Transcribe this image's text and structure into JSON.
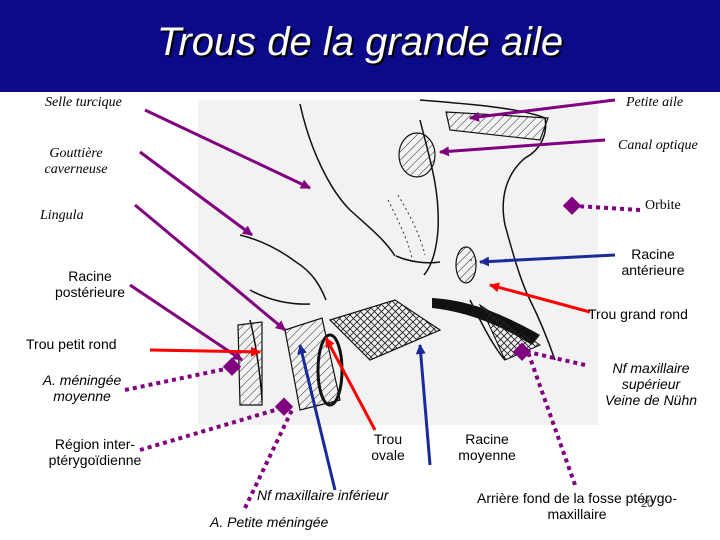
{
  "title": "Trous de la grande aile",
  "labels": {
    "selle_turcique": "Selle turcique",
    "petite_aile": "Petite aile",
    "gouttiere_1": "Gouttière",
    "gouttiere_2": "caverneuse",
    "canal_optique": "Canal optique",
    "lingula": "Lingula",
    "orbite": "Orbite",
    "racine_posterieure_1": "Racine",
    "racine_posterieure_2": "postérieure",
    "racine_anterieure_1": "Racine",
    "racine_anterieure_2": "antérieure",
    "trou_grand_rond": "Trou grand rond",
    "trou_petit_rond": "Trou petit rond",
    "meningee_moyenne_1": "A. méningée",
    "meningee_moyenne_2": "moyenne",
    "nf_max_sup_1": "Nf maxillaire",
    "nf_max_sup_2": "supérieur",
    "nf_max_sup_3": "Veine de Nühn",
    "region_1": "Région inter-",
    "region_2": "ptérygoïdienne",
    "trou_ovale_1": "Trou",
    "trou_ovale_2": "ovale",
    "racine_moyenne_1": "Racine",
    "racine_moyenne_2": "moyenne",
    "nf_max_inf": "Nf maxillaire inférieur",
    "arriere_fond_1": "Arrière fond de la fosse ptérygo-",
    "arriere_fond_2": "maxillaire",
    "petite_meningee": "A. Petite méningée"
  },
  "page_number": "20",
  "colors": {
    "title_bg": "#0b0b8a",
    "purple": "#800080",
    "red": "#ff0000",
    "blue": "#1a2a9a",
    "drawing_bg": "#f2f2f2"
  }
}
